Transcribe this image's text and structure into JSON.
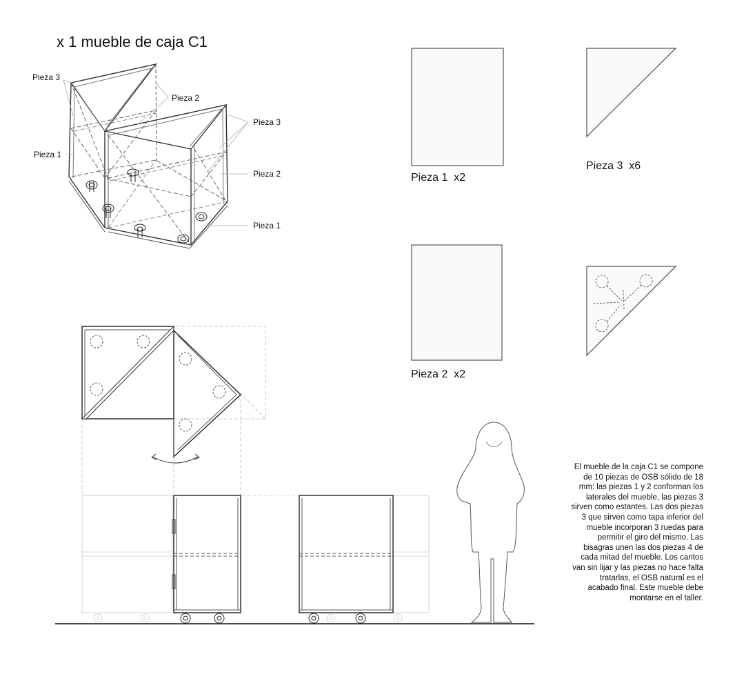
{
  "title": "x 1 mueble de caja C1",
  "axon_labels": {
    "top_left": "Pieza 3",
    "top_mid": "Pieza 2",
    "left": "Pieza 1",
    "right_top": "Pieza 3",
    "right_mid": "Pieza 2",
    "right_bottom": "Pieza 1"
  },
  "pieces": {
    "p1": "Pieza 1  x2",
    "p2": "Pieza 2  x2",
    "p3": "Pieza 3  x6"
  },
  "description": "El mueble de la caja C1 se compone de 10 piezas de OSB sólido de 18 mm: las piezas 1 y 2 conforman los laterales del mueble, las piezas 3  sirven como estantes. Las dos piezas 3 que sirven como tapa inferior del mueble incorporan 3 ruedas para permitir el giro del mismo. Las bisagras unen las dos piezas 4 de cada mitad del mueble. Los cantos van sin lijar y las piezas no hace falta tratarlas, el OSB natural es el acabado final. Este mueble debe montarse en el taller."
}
